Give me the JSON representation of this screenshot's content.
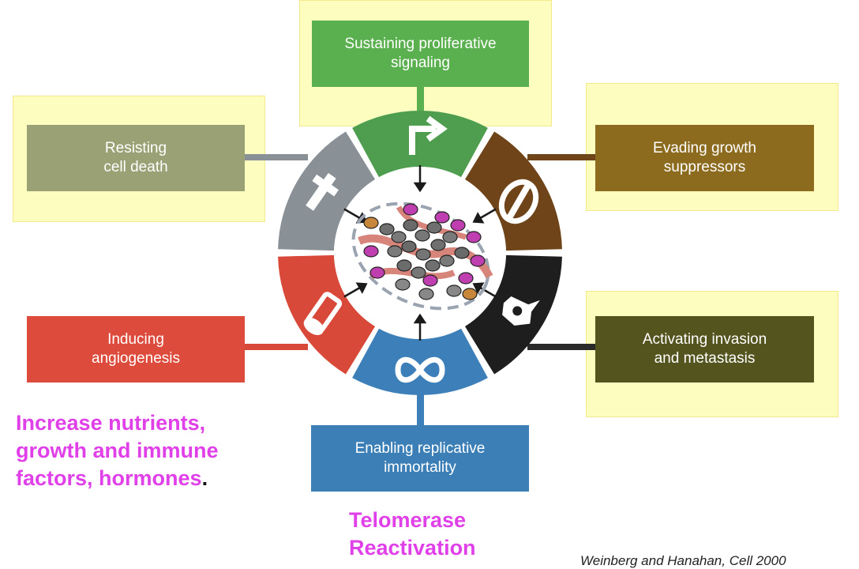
{
  "hallmarks": {
    "proliferative": {
      "label": "Sustaining proliferative\nsignaling",
      "color": "#5aaf4e"
    },
    "growth_suppressors": {
      "label": "Evading growth\nsuppressors",
      "color": "#8c6b1f"
    },
    "invasion": {
      "label": "Activating invasion\nand metastasis",
      "color": "#54541f"
    },
    "immortality": {
      "label": "Enabling replicative\nimmortality",
      "color": "#3b7fb6"
    },
    "angiogenesis": {
      "label": "Inducing\nangiogenesis",
      "color": "#dd4b3c"
    },
    "cell_death": {
      "label": "Resisting\ncell death",
      "color": "#9aa275"
    }
  },
  "wheel_segments": [
    {
      "name": "proliferative",
      "color": "#4f9e50",
      "icon": "arrow-icon"
    },
    {
      "name": "growth-suppressors",
      "color": "#6e4418",
      "icon": "no-entry-icon"
    },
    {
      "name": "invasion",
      "color": "#1e1e1e",
      "icon": "cell-icon"
    },
    {
      "name": "immortality",
      "color": "#3d7fb8",
      "icon": "infinity-icon"
    },
    {
      "name": "angiogenesis",
      "color": "#d9493a",
      "icon": "vessel-icon"
    },
    {
      "name": "cell-death",
      "color": "#8a9196",
      "icon": "cross-icon"
    }
  ],
  "notes": {
    "nutrients_main": "Increase nutrients,\ngrowth and immune\nfactors, hormones",
    "nutrients_end": ".",
    "telomerase": "Telomerase\nReactivation"
  },
  "citation": "Weinberg and Hanahan, Cell 2000",
  "highlight_color": "#fdfdc0",
  "note_color": "#e040e8"
}
